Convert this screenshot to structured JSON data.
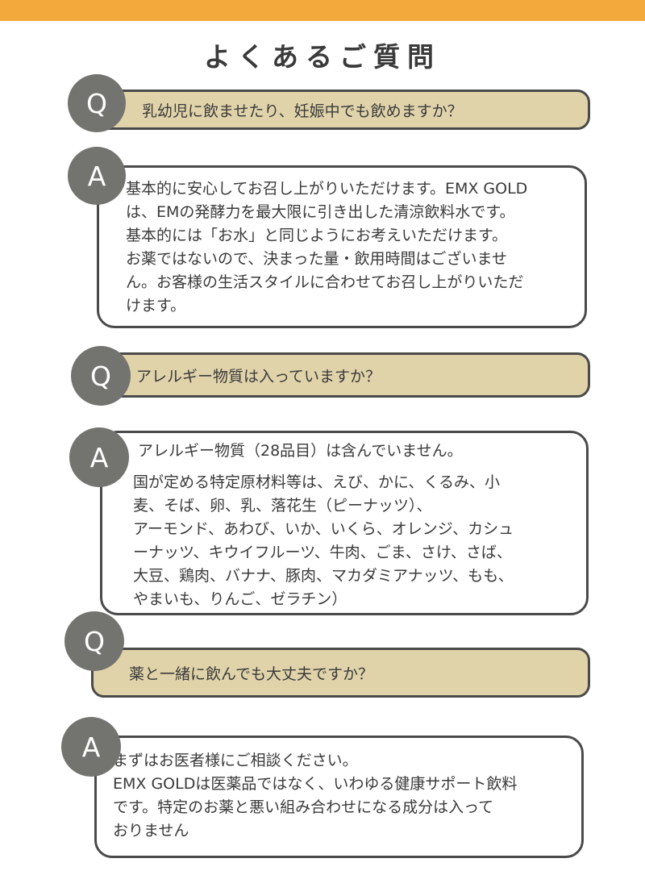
{
  "title": "よくあるご質問",
  "faq": [
    {
      "q_mark": "Q",
      "question": "乳幼児に飲ませたり、妊娠中でも飲めますか？",
      "a_mark": "A",
      "answer_lines": [
        "基本的に安心してお召し上がりいただけます。EMX GOLD",
        "は、EMの発酵力を最大限に引き出した清涼飲料水です。",
        "基本的には「お水」と同じようにお考えいただけます。",
        "お薬ではないので、決まった量・飲用時間はございませ",
        "ん。お客様の生活スタイルに合わせてお召し上がりいただ",
        "けます。"
      ]
    },
    {
      "q_mark": "Q",
      "question": "アレルギー物質は入っていますか？",
      "a_mark": "A",
      "answer_lines": [
        "アレルギー物質（28品目）は含んでいません。",
        "国が定める特定原材料等は、えび、かに、くるみ、小",
        "麦、そば、卵、乳、落花生（ピーナッツ）、",
        "アーモンド、あわび、いか、いくら、オレンジ、カシュ",
        "ーナッツ、キウイフルーツ、牛肉、ごま、さけ、さば、",
        "大豆、鶏肉、バナナ、豚肉、マカダミアナッツ、もも、",
        "やまいも、りんご、ゼラチン）"
      ]
    },
    {
      "q_mark": "Q",
      "question": "薬と一緒に飲んでも大丈夫ですか？",
      "a_mark": "A",
      "answer_lines": [
        "まずはお医者様にご相談ください。",
        "EMX GOLDは医薬品ではなく、いわゆる健康サポート飲料",
        "です。特定のお薬と悪い組み合わせになる成分は入って",
        "おりません"
      ]
    }
  ]
}
